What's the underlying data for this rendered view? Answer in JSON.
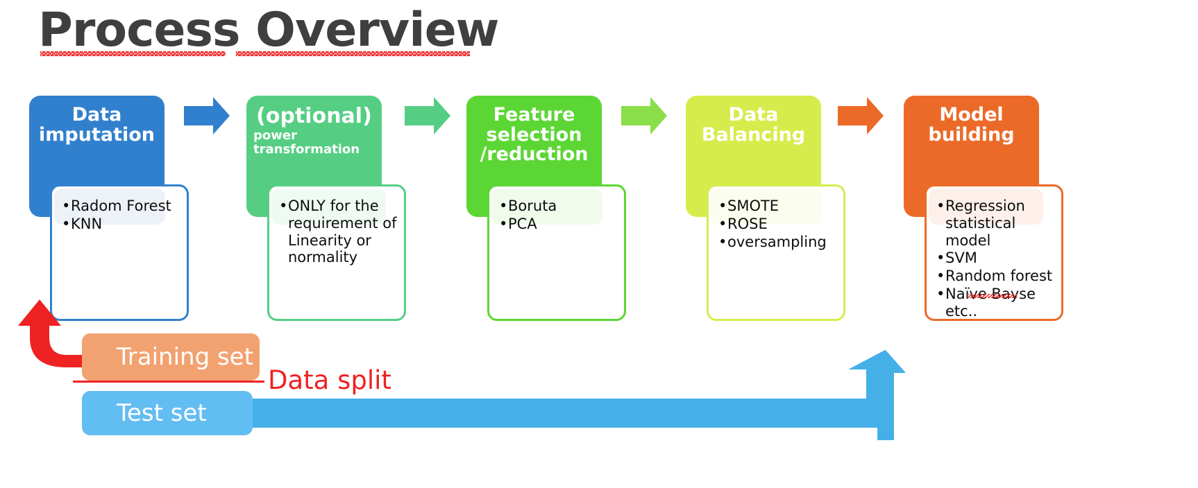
{
  "title": "Process Overview",
  "stages": [
    {
      "name": "data-imputation",
      "head_main": "Data\nimputation",
      "head_sub": "",
      "color": "#3180ce",
      "bullets": [
        "Radom Forest",
        "KNN"
      ]
    },
    {
      "name": "power-transformation",
      "head_main": "(optional)",
      "head_sub": "power\ntransformation",
      "color": "#55ce83",
      "bullets": [
        "ONLY for the requirement of Linearity or normality"
      ]
    },
    {
      "name": "feature-selection",
      "head_main": "Feature\nselection\n\n/reduction",
      "head_sub": "",
      "color": "#5cd635",
      "bullets": [
        "Boruta",
        "PCA"
      ]
    },
    {
      "name": "data-balancing",
      "head_main": "Data\nBalancing",
      "head_sub": "",
      "color": "#d6ec4d",
      "bullets": [
        "SMOTE",
        "ROSE",
        "oversampling"
      ]
    },
    {
      "name": "model-building",
      "head_main": "Model\nbuilding",
      "head_sub": "",
      "color": "#ec6a28",
      "bullets": [
        "Regression statistical model",
        "SVM",
        "Random forest",
        "Naïve Bayse etc.."
      ]
    }
  ],
  "arrows": [
    {
      "name": "arrow-1",
      "color": "#3180ce"
    },
    {
      "name": "arrow-2",
      "color": "#55ce83"
    },
    {
      "name": "arrow-3",
      "color": "#8ade49"
    },
    {
      "name": "arrow-4",
      "color": "#ec6a28"
    }
  ],
  "split": {
    "training_label": "Training set",
    "test_label": "Test set",
    "data_split_label": "Data split",
    "training_color": "#f2a271",
    "test_color": "#62bdf2",
    "split_color": "#ee2222",
    "feedback_arrow_color": "#ee2222",
    "test_arrow_color": "#45afe8"
  }
}
